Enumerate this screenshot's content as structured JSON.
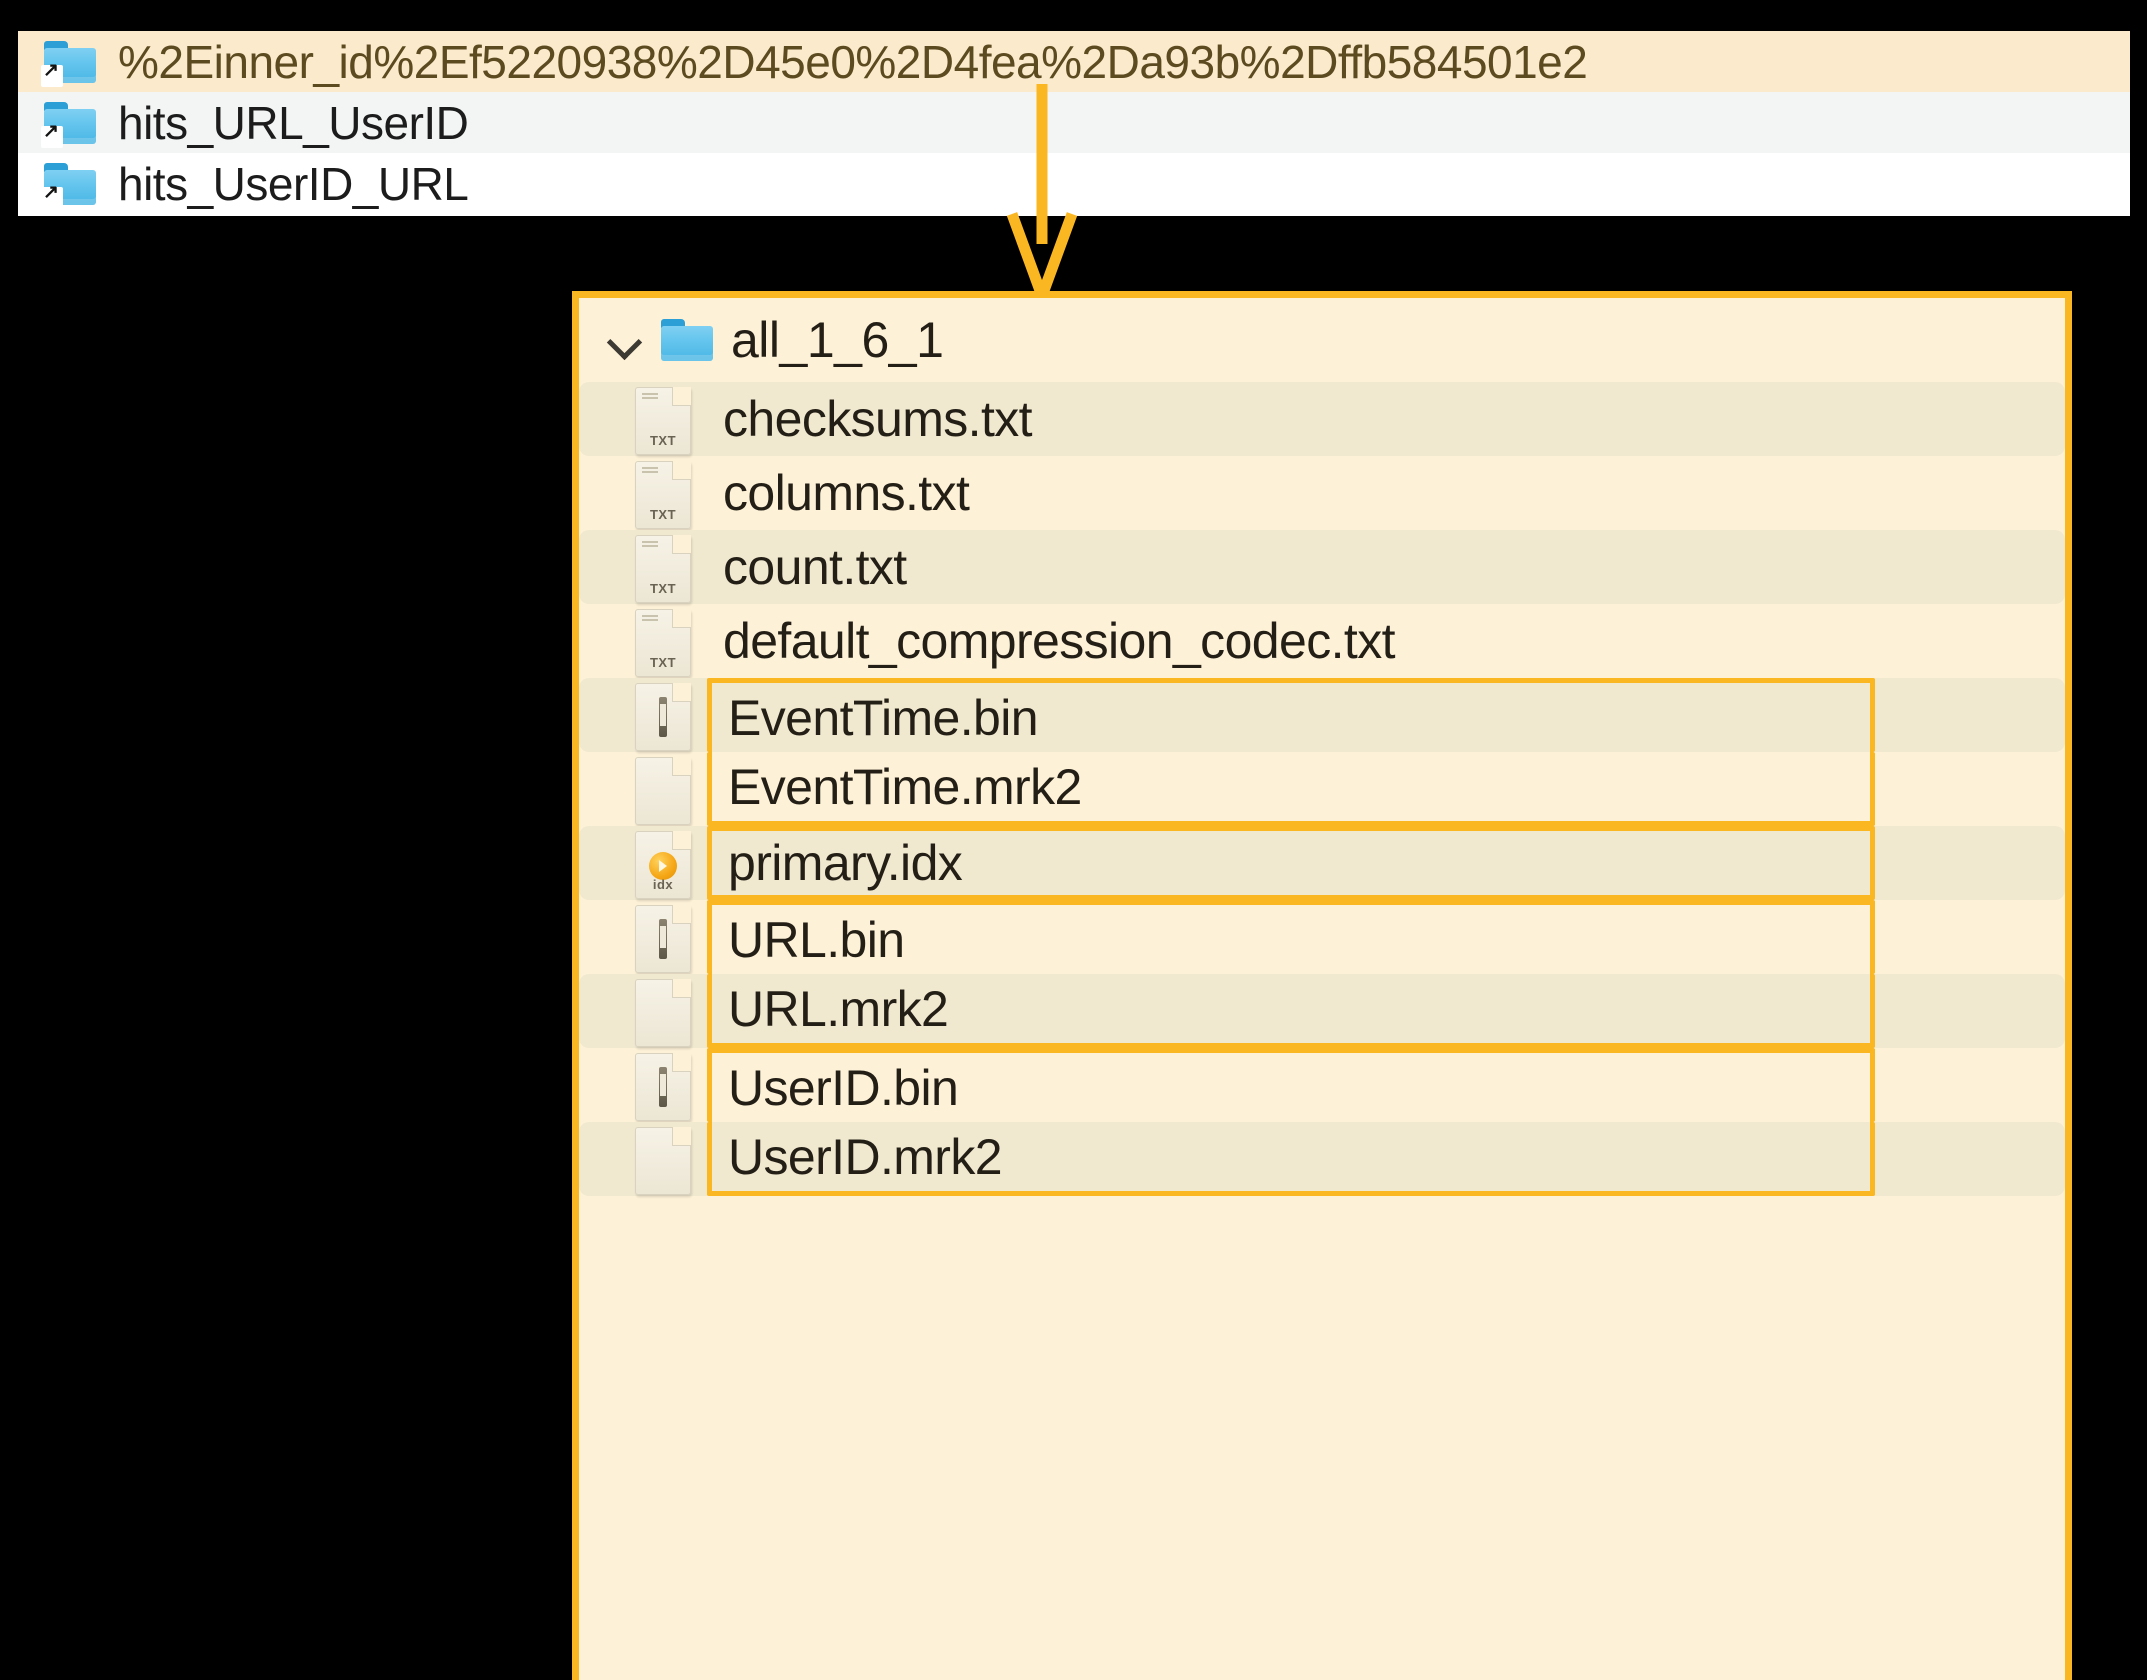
{
  "top_panel": {
    "name": "sibling-index-folder-list",
    "rows": [
      {
        "label": "%2Einner_id%2Ef5220938%2D45e0%2D4fea%2Da93b%2Dffb584501e2",
        "icon": "folder-alias-icon",
        "state": "selected"
      },
      {
        "label": "hits_URL_UserID",
        "icon": "folder-alias-icon",
        "state": "alt"
      },
      {
        "label": "hits_UserID_URL",
        "icon": "folder-alias-icon",
        "state": "plain"
      }
    ]
  },
  "connector": {
    "name": "down-arrow-connector",
    "color": "#fbb722"
  },
  "part_panel": {
    "name": "expanded-part-directory",
    "border_color": "#fbb722",
    "background": "#fdf1d7",
    "directory": {
      "label": "all_1_6_1",
      "icon": "folder-icon",
      "expand_icon": "chevron-down-icon",
      "expanded": true
    },
    "files": [
      {
        "name": "checksums.txt",
        "icon": "txt-file-icon",
        "ext": "TXT",
        "zebra": true,
        "boxed": false,
        "join": "none"
      },
      {
        "name": "columns.txt",
        "icon": "txt-file-icon",
        "ext": "TXT",
        "zebra": false,
        "boxed": false,
        "join": "none"
      },
      {
        "name": "count.txt",
        "icon": "txt-file-icon",
        "ext": "TXT",
        "zebra": true,
        "boxed": false,
        "join": "none"
      },
      {
        "name": "default_compression_codec.txt",
        "icon": "txt-file-icon",
        "ext": "TXT",
        "zebra": false,
        "boxed": false,
        "join": "none"
      },
      {
        "name": "EventTime.bin",
        "icon": "bin-file-icon",
        "ext": "",
        "zebra": true,
        "boxed": true,
        "join": "bottom"
      },
      {
        "name": "EventTime.mrk2",
        "icon": "mrk-file-icon",
        "ext": "",
        "zebra": false,
        "boxed": true,
        "join": "top"
      },
      {
        "name": "primary.idx",
        "icon": "idx-file-icon",
        "ext": "idx",
        "zebra": true,
        "boxed": true,
        "join": "none"
      },
      {
        "name": "URL.bin",
        "icon": "bin-file-icon",
        "ext": "",
        "zebra": false,
        "boxed": true,
        "join": "bottom"
      },
      {
        "name": "URL.mrk2",
        "icon": "mrk-file-icon",
        "ext": "",
        "zebra": true,
        "boxed": true,
        "join": "top"
      },
      {
        "name": "UserID.bin",
        "icon": "bin-file-icon",
        "ext": "",
        "zebra": false,
        "boxed": true,
        "join": "bottom"
      },
      {
        "name": "UserID.mrk2",
        "icon": "mrk-file-icon",
        "ext": "",
        "zebra": true,
        "boxed": true,
        "join": "top"
      }
    ]
  }
}
